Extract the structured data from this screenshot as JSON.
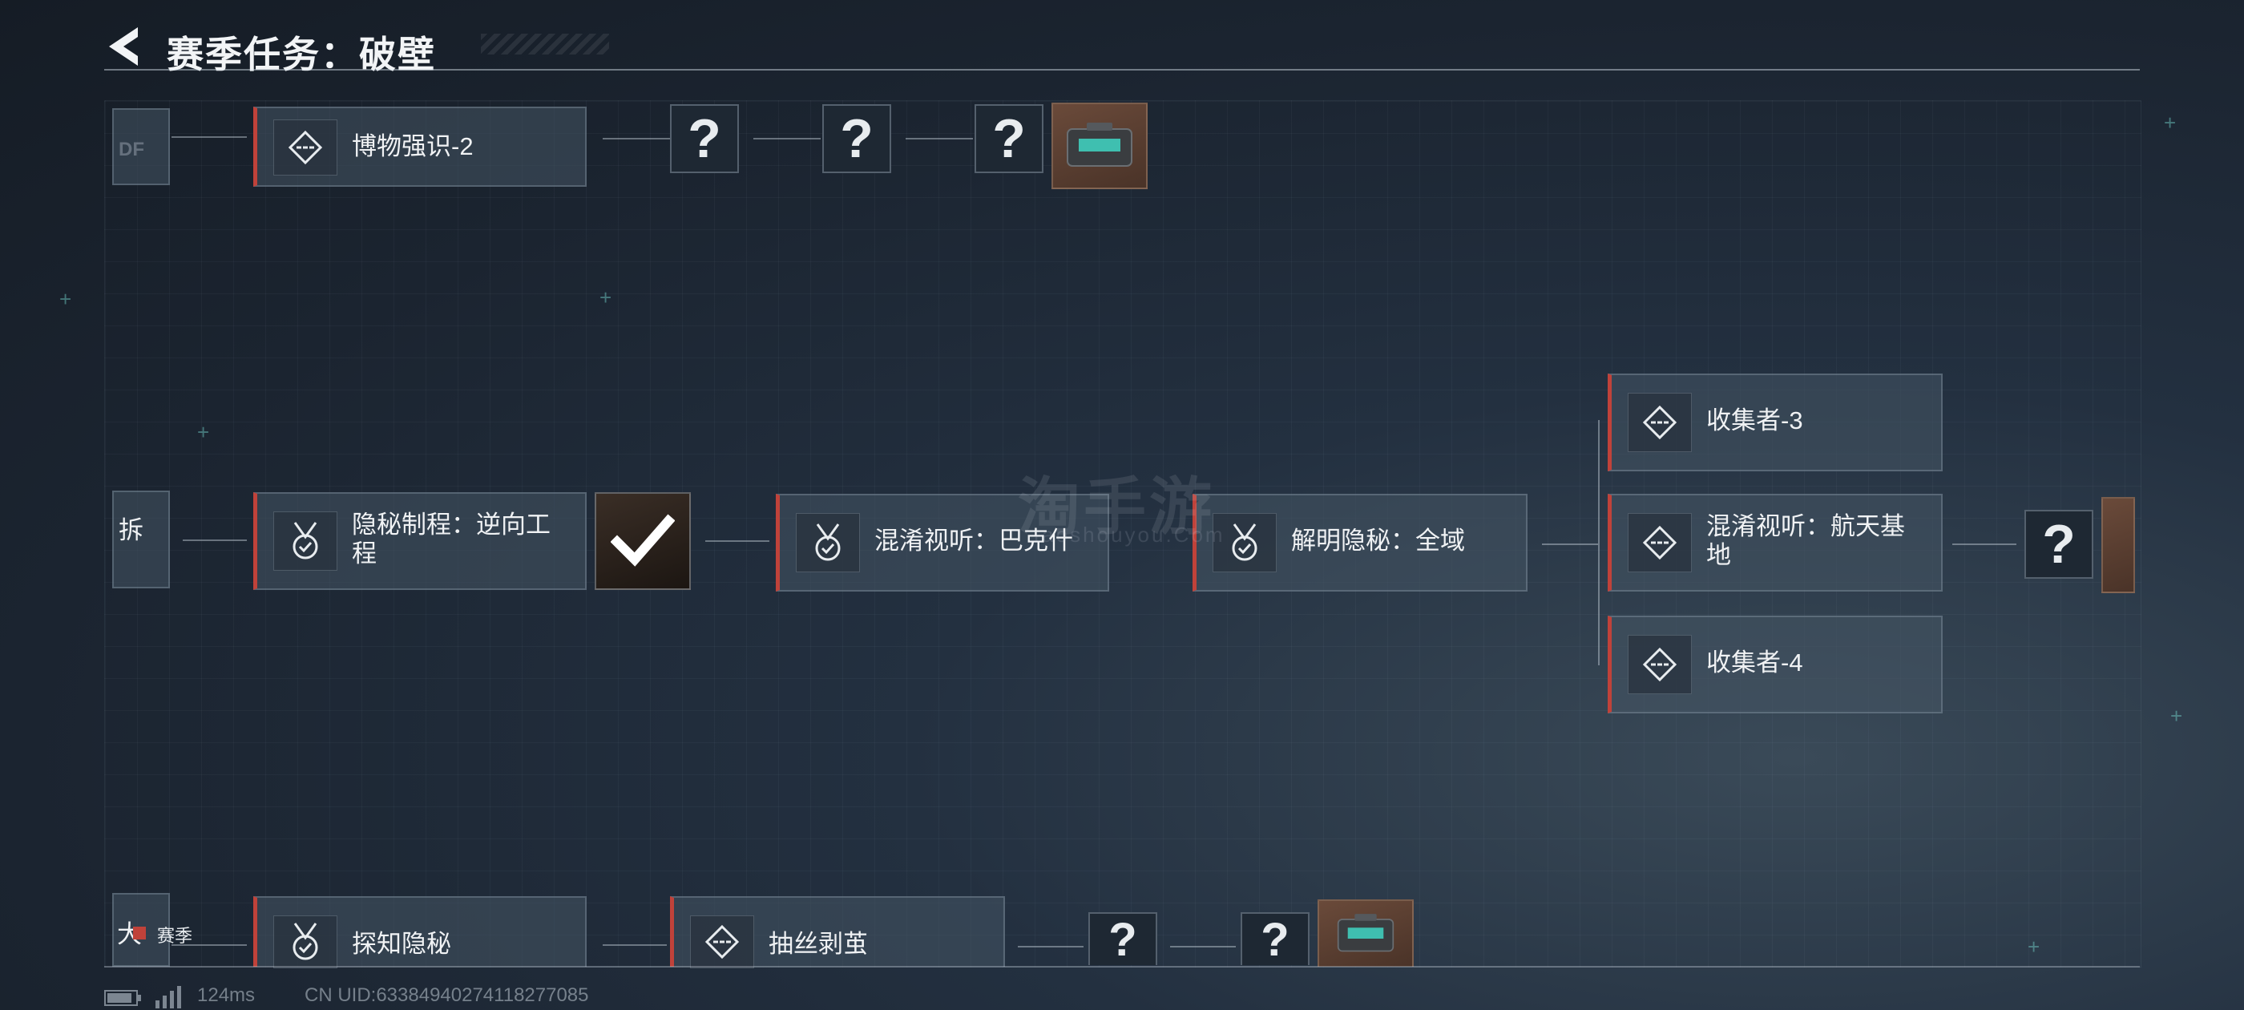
{
  "header": {
    "title": "赛季任务：破壁"
  },
  "rows": {
    "top": {
      "edge_label": "DF",
      "card_label": "博物强识-2"
    },
    "middle": {
      "edge_label": "拆",
      "card1_label": "隐秘制程：逆向工程",
      "card2_label": "混淆视听：巴克什",
      "card3_label": "解明隐秘：全域",
      "branch1_label": "收集者-3",
      "branch2_label": "混淆视听：航天基地",
      "branch3_label": "收集者-4"
    },
    "bottom": {
      "edge_label": "大",
      "edge_tag": "赛季",
      "card1_label": "探知隐秘",
      "card2_label": "抽丝剥茧"
    }
  },
  "unknown_glyph": "?",
  "watermark": {
    "main": "淘手游",
    "sub": "taoshouyou.Com"
  },
  "status": {
    "ping": "124ms",
    "uid": "CN UID:63384940274118277085"
  },
  "colors": {
    "accent_red": "#c0423a",
    "teal": "#3fbfb0"
  }
}
